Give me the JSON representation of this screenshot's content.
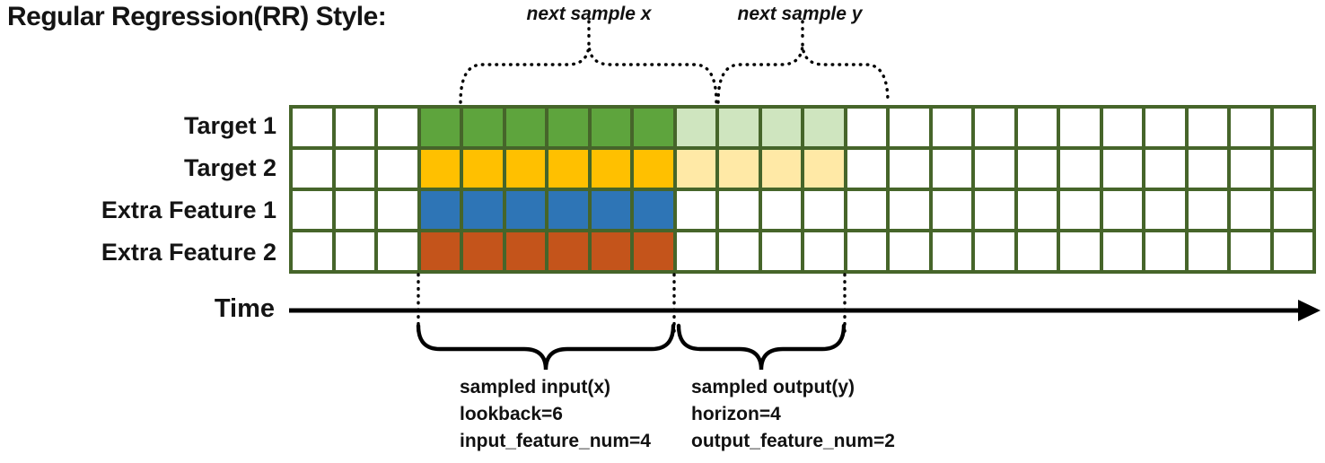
{
  "title": "Regular Regression(RR) Style:",
  "colors": {
    "grid_border": "#46652a",
    "annotation_line": "#000000"
  },
  "grid": {
    "columns": 24,
    "input_start_col": 3,
    "lookback": 6,
    "horizon": 4,
    "rows": [
      {
        "label": "Target 1",
        "input_color": "#5ea43d",
        "output_color": "#cfe5bf"
      },
      {
        "label": "Target 2",
        "input_color": "#ffc000",
        "output_color": "#ffe9a6"
      },
      {
        "label": "Extra Feature 1",
        "input_color": "#2e75b6",
        "output_color": null
      },
      {
        "label": "Extra Feature 2",
        "input_color": "#c4541b",
        "output_color": null
      }
    ]
  },
  "annotations": {
    "next_sample_x": "next sample x",
    "next_sample_y": "next sample y",
    "time_label": "Time",
    "input_block": [
      "sampled input(x)",
      "lookback=6",
      "input_feature_num=4"
    ],
    "output_block": [
      "sampled output(y)",
      "horizon=4",
      "output_feature_num=2"
    ]
  }
}
